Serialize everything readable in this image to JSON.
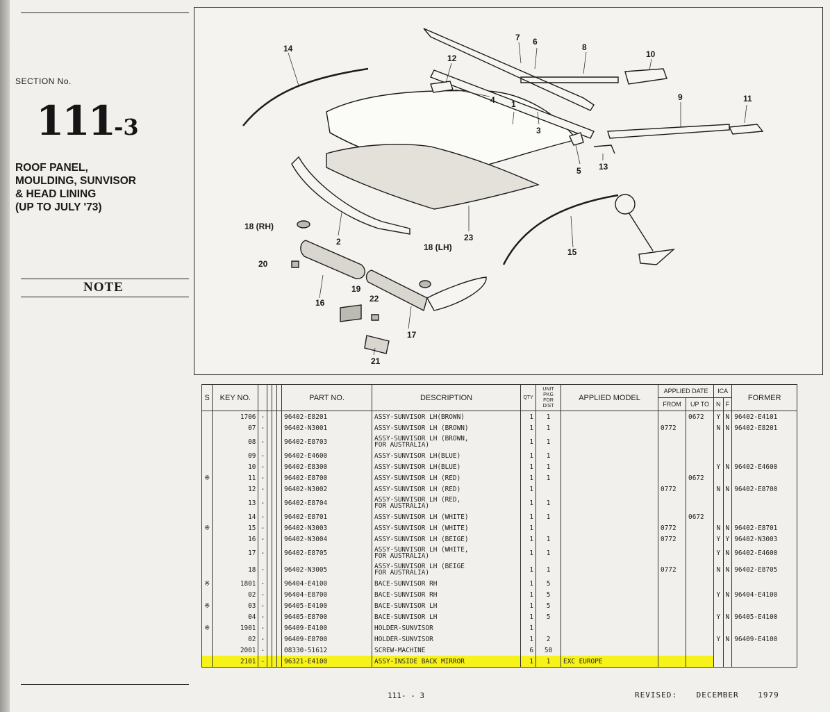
{
  "section": {
    "label": "SECTION No.",
    "number_main": "111",
    "number_sub": "-3",
    "title": "ROOF PANEL,\nMOULDING, SUNVISOR\n& HEAD LINING\n(UP TO JULY '73)",
    "note": "NOTE"
  },
  "callouts": [
    "14",
    "12",
    "7",
    "6",
    "8",
    "10",
    "4",
    "1",
    "3",
    "9",
    "11",
    "5",
    "13",
    "23",
    "2",
    "18 (RH)",
    "20",
    "16",
    "19",
    "22",
    "18 (LH)",
    "17",
    "21",
    "15"
  ],
  "table": {
    "headers": {
      "s": "S",
      "key": "KEY NO.",
      "part": "PART  NO.",
      "desc": "DESCRIPTION",
      "qty": "QTY",
      "unit": "UNIT\nPKG\nFOR DIST",
      "model": "APPLIED MODEL",
      "applied_date": "APPLIED DATE",
      "from": "FROM",
      "upto": "UP TO",
      "ica": "ICA",
      "n": "N",
      "f": "F",
      "former": "FORMER"
    },
    "rows": [
      {
        "s": "",
        "key": "1706",
        "part": "96402-E8201",
        "desc": "ASSY-SUNVISOR LH(BROWN)",
        "qty": "1",
        "unit": "1",
        "model": "",
        "from": "",
        "upto": "0672",
        "n": "Y",
        "f": "N",
        "former": "96402-E4101",
        "tall": false,
        "hl": false
      },
      {
        "s": "",
        "key": "07",
        "part": "96402-N3001",
        "desc": "ASSY-SUNVISOR LH (BROWN)",
        "qty": "1",
        "unit": "1",
        "model": "",
        "from": "0772",
        "upto": "",
        "n": "N",
        "f": "N",
        "former": "96402-E8201",
        "tall": false,
        "hl": false
      },
      {
        "s": "",
        "key": "08",
        "part": "96402-E8703",
        "desc": "ASSY-SUNVISOR LH (BROWN,\nFOR AUSTRALIA)",
        "qty": "1",
        "unit": "1",
        "model": "",
        "from": "",
        "upto": "",
        "n": "",
        "f": "",
        "former": "",
        "tall": true,
        "hl": false
      },
      {
        "s": "",
        "key": "09",
        "part": "96402-E4600",
        "desc": "ASSY-SUNVISOR LH(BLUE)",
        "qty": "1",
        "unit": "1",
        "model": "",
        "from": "",
        "upto": "",
        "n": "",
        "f": "",
        "former": "",
        "tall": false,
        "hl": false
      },
      {
        "s": "",
        "key": "10",
        "part": "96402-E8300",
        "desc": "ASSY-SUNVISOR LH(BLUE)",
        "qty": "1",
        "unit": "1",
        "model": "",
        "from": "",
        "upto": "",
        "n": "Y",
        "f": "N",
        "former": "96402-E4600",
        "tall": false,
        "hl": false
      },
      {
        "s": "※",
        "key": "11",
        "part": "96402-E8700",
        "desc": "ASSY-SUNVISOR LH (RED)",
        "qty": "1",
        "unit": "1",
        "model": "",
        "from": "",
        "upto": "0672",
        "n": "",
        "f": "",
        "former": "",
        "tall": false,
        "hl": false
      },
      {
        "s": "",
        "key": "12",
        "part": "96402-N3002",
        "desc": "ASSY-SUNVISOR LH (RED)",
        "qty": "1",
        "unit": "",
        "model": "",
        "from": "0772",
        "upto": "",
        "n": "N",
        "f": "N",
        "former": "96402-E8700",
        "tall": false,
        "hl": false
      },
      {
        "s": "",
        "key": "13",
        "part": "96402-E8704",
        "desc": "ASSY-SUNVISOR LH (RED,\nFOR AUSTRALIA)",
        "qty": "1",
        "unit": "1",
        "model": "",
        "from": "",
        "upto": "",
        "n": "",
        "f": "",
        "former": "",
        "tall": true,
        "hl": false
      },
      {
        "s": "",
        "key": "14",
        "part": "96402-E8701",
        "desc": "ASSY-SUNVISOR LH (WHITE)",
        "qty": "1",
        "unit": "1",
        "model": "",
        "from": "",
        "upto": "0672",
        "n": "",
        "f": "",
        "former": "",
        "tall": false,
        "hl": false
      },
      {
        "s": "※",
        "key": "15",
        "part": "96402-N3003",
        "desc": "ASSY-SUNVISOR LH (WHITE)",
        "qty": "1",
        "unit": "",
        "model": "",
        "from": "0772",
        "upto": "",
        "n": "N",
        "f": "N",
        "former": "96402-E8701",
        "tall": false,
        "hl": false
      },
      {
        "s": "",
        "key": "16",
        "part": "96402-N3004",
        "desc": "ASSY-SUNVISOR LH (BEIGE)",
        "qty": "1",
        "unit": "1",
        "model": "",
        "from": "0772",
        "upto": "",
        "n": "Y",
        "f": "Y",
        "former": "96402-N3003",
        "tall": false,
        "hl": false
      },
      {
        "s": "",
        "key": "17",
        "part": "96402-E8705",
        "desc": "ASSY-SUNVISOR LH (WHITE,\nFOR AUSTRALIA)",
        "qty": "1",
        "unit": "1",
        "model": "",
        "from": "",
        "upto": "",
        "n": "Y",
        "f": "N",
        "former": "96402-E4600",
        "tall": true,
        "hl": false
      },
      {
        "s": "",
        "key": "18",
        "part": "96402-N3005",
        "desc": "ASSY-SUNVISOR LH (BEIGE\nFOR AUSTRALIA)",
        "qty": "1",
        "unit": "1",
        "model": "",
        "from": "0772",
        "upto": "",
        "n": "N",
        "f": "N",
        "former": "96402-E8705",
        "tall": true,
        "hl": false
      },
      {
        "s": "※",
        "key": "1801",
        "part": "96404-E4100",
        "desc": "BACE-SUNVISOR RH",
        "qty": "1",
        "unit": "5",
        "model": "",
        "from": "",
        "upto": "",
        "n": "",
        "f": "",
        "former": "",
        "tall": false,
        "hl": false
      },
      {
        "s": "",
        "key": "02",
        "part": "96404-E8700",
        "desc": "BACE-SUNVISOR RH",
        "qty": "1",
        "unit": "5",
        "model": "",
        "from": "",
        "upto": "",
        "n": "Y",
        "f": "N",
        "former": "96404-E4100",
        "tall": false,
        "hl": false
      },
      {
        "s": "※",
        "key": "03",
        "part": "96405-E4100",
        "desc": "BACE-SUNVISOR LH",
        "qty": "1",
        "unit": "5",
        "model": "",
        "from": "",
        "upto": "",
        "n": "",
        "f": "",
        "former": "",
        "tall": false,
        "hl": false
      },
      {
        "s": "",
        "key": "04",
        "part": "96405-E8700",
        "desc": "BACE-SUNVISOR LH",
        "qty": "1",
        "unit": "5",
        "model": "",
        "from": "",
        "upto": "",
        "n": "Y",
        "f": "N",
        "former": "96405-E4100",
        "tall": false,
        "hl": false
      },
      {
        "s": "※",
        "key": "1901",
        "part": "96409-E4100",
        "desc": "HOLDER-SUNVISOR",
        "qty": "1",
        "unit": "",
        "model": "",
        "from": "",
        "upto": "",
        "n": "",
        "f": "",
        "former": "",
        "tall": false,
        "hl": false
      },
      {
        "s": "",
        "key": "02",
        "part": "96409-E8700",
        "desc": "HOLDER-SUNVISOR",
        "qty": "1",
        "unit": "2",
        "model": "",
        "from": "",
        "upto": "",
        "n": "Y",
        "f": "N",
        "former": "96409-E4100",
        "tall": false,
        "hl": false
      },
      {
        "s": "",
        "key": "2001",
        "part": "08330-51612",
        "desc": "SCREW-MACHINE",
        "qty": "6",
        "unit": "50",
        "model": "",
        "from": "",
        "upto": "",
        "n": "",
        "f": "",
        "former": "",
        "tall": false,
        "hl": false
      },
      {
        "s": "",
        "key": "2101",
        "part": "96321-E4100",
        "desc": "ASSY-INSIDE BACK MIRROR",
        "qty": "1",
        "unit": "1",
        "model": "EXC EUROPE",
        "from": "",
        "upto": "",
        "n": "",
        "f": "",
        "former": "",
        "tall": false,
        "hl": true
      }
    ]
  },
  "footer": {
    "page": "111- - 3",
    "revised": "REVISED:  DECEMBER  1979"
  }
}
